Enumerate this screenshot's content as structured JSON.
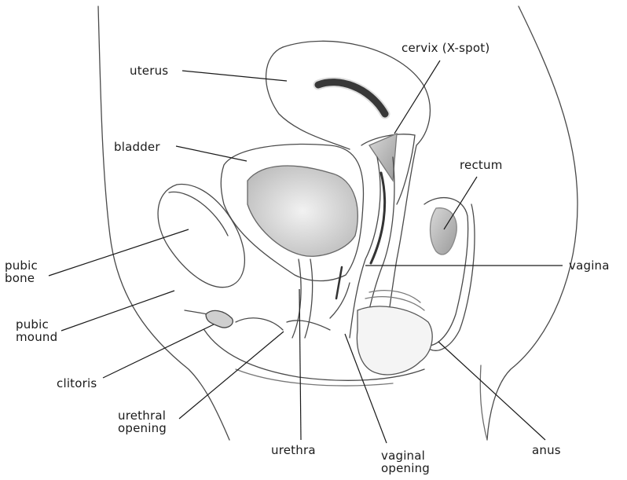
{
  "labels": {
    "uterus": "uterus",
    "cervix": "cervix (X-spot)",
    "bladder": "bladder",
    "rectum": "rectum",
    "pubic_bone": "pubic\nbone",
    "vagina": "vagina",
    "pubic_mound": "pubic\nmound",
    "clitoris": "clitoris",
    "urethral_opening": "urethral\nopening",
    "urethra": "urethra",
    "vaginal_opening": "vaginal\nopening",
    "anus": "anus"
  }
}
